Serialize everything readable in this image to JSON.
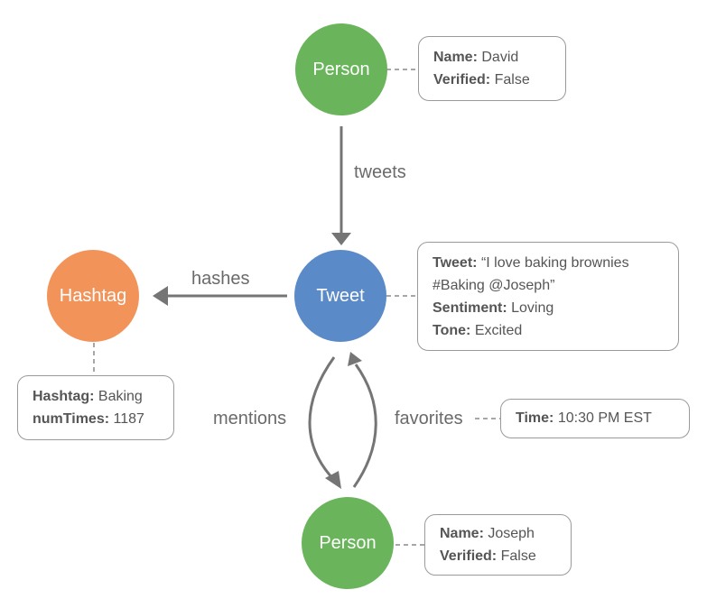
{
  "nodes": {
    "person_top": {
      "label": "Person",
      "color": "#6ab55b"
    },
    "tweet": {
      "label": "Tweet",
      "color": "#5b8ac8"
    },
    "hashtag": {
      "label": "Hashtag",
      "color": "#f2935a"
    },
    "person_bottom": {
      "label": "Person",
      "color": "#6ab55b"
    }
  },
  "edges": {
    "tweets": "tweets",
    "hashes": "hashes",
    "mentions": "mentions",
    "favorites": "favorites"
  },
  "properties": {
    "person_top": {
      "name_key": "Name:",
      "name_val": "David",
      "verified_key": "Verified:",
      "verified_val": "False"
    },
    "tweet": {
      "tweet_key": "Tweet:",
      "tweet_val_line1": "“I love baking brownies",
      "tweet_val_line2": "#Baking @Joseph”",
      "sentiment_key": "Sentiment:",
      "sentiment_val": "Loving",
      "tone_key": "Tone:",
      "tone_val": "Excited"
    },
    "hashtag": {
      "hashtag_key": "Hashtag:",
      "hashtag_val": "Baking",
      "numtimes_key": "numTimes:",
      "numtimes_val": "1187"
    },
    "favorites": {
      "time_key": "Time:",
      "time_val": "10:30 PM EST"
    },
    "person_bottom": {
      "name_key": "Name:",
      "name_val": "Joseph",
      "verified_key": "Verified:",
      "verified_val": "False"
    }
  },
  "style": {
    "line_color": "#757575",
    "dash_color": "#8a8a8a"
  }
}
